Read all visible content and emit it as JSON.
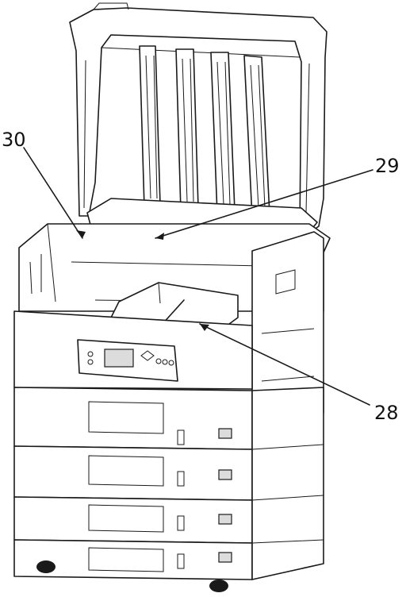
{
  "callouts": {
    "label_30": "30",
    "label_29": "29",
    "label_28": "28"
  }
}
